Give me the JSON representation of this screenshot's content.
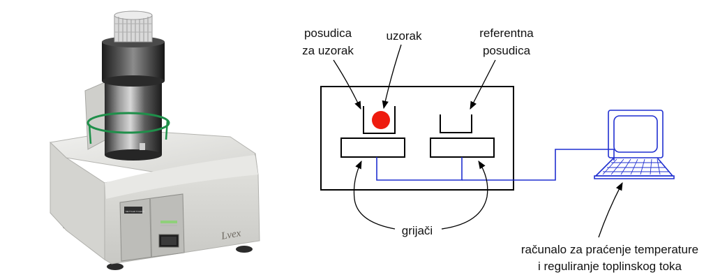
{
  "labels": {
    "sample_pan": [
      "posudica",
      "za uzorak"
    ],
    "sample": "uzorak",
    "reference_pan": [
      "referentna",
      "posudica"
    ],
    "heaters": "grijači",
    "computer": [
      "računalo za praćenje temperature",
      "i reguliranje toplinskog toka"
    ]
  },
  "instrument": {
    "brand_script": "Lvex",
    "panel_tag": "METTLER TOLEDO"
  },
  "colors": {
    "wire": "#1f2fd0",
    "sample": "#ee1b0e",
    "outline": "#000000"
  }
}
